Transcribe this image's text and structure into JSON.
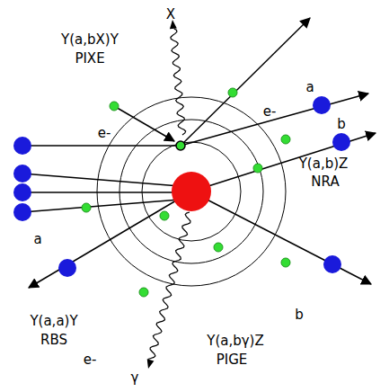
{
  "diagram": {
    "labels": [
      "X",
      "Y(a,bX)Y",
      "PIXE",
      "e-",
      "e-",
      "a",
      "b",
      "Y(a,b)Z",
      "NRA",
      "a",
      "b",
      "Y(a,a)Y",
      "RBS",
      "e-",
      "Y(a,bγ)Z",
      "PIGE",
      "γ"
    ]
  }
}
